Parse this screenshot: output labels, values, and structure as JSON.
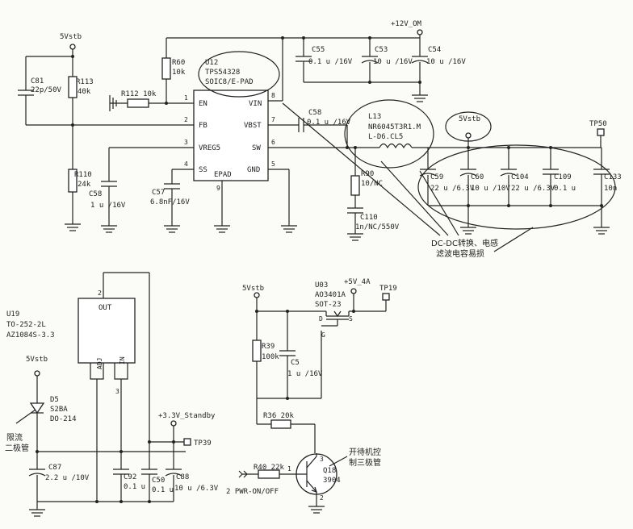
{
  "labels": {
    "vstb_top": "5Vstb",
    "v12": "+12V_OM",
    "vstb_l13": "5Vstb",
    "tp50": "TP50",
    "u12_name": "U12",
    "u12_part": "TPS54328",
    "u12_pkg": "SOIC8/E-PAD",
    "pin_en": "EN",
    "pin_fb": "FB",
    "pin_vreg5": "VREG5",
    "pin_ss": "SS",
    "pin_vin": "VIN",
    "pin_vbst": "VBST",
    "pin_sw": "SW",
    "pin_gnd": "GND",
    "pin_epad": "EPAD",
    "pn_1": "1",
    "pn_2": "2",
    "pn_3": "3",
    "pn_4": "4",
    "pn_5": "5",
    "pn_6": "6",
    "pn_7": "7",
    "pn_8": "8",
    "pn_9": "9",
    "c81": "C81",
    "c81v": "22p/50V",
    "r113": "R113",
    "r113v": "40k",
    "r112": "R112 10k",
    "r60": "R60",
    "r60v": "10k",
    "r110": "R110",
    "r110v": "24k",
    "c58a": "C58",
    "c58av": "1 u /16V",
    "c57": "C57",
    "c57v": "6.8nF/16V",
    "c58": "C58",
    "c58v": "0.1 u /16V",
    "c55": "C55",
    "c55v": "0.1 u /16V",
    "c53": "C53",
    "c53v": "10 u /16V",
    "c54": "C54",
    "c54v": "10 u /16V",
    "l13": "L13",
    "l13p": "NR6045T3R1.M",
    "l13v": "L-D6.CL5",
    "r90": "R90",
    "r90v": "10/NC",
    "c110": "C110",
    "c110v": "1n/NC/550V",
    "c59": "C59",
    "c59v": "22 u /6.3V",
    "c60": "C60",
    "c60v": "10 u /10V",
    "c104": "C104",
    "c104v": "22 u /6.3V",
    "c109": "C109",
    "c109v": "0.1 u",
    "c133": "C133",
    "c133v": "10n",
    "note_dcdc_1": "DC-DC转换、电感",
    "note_dcdc_2": "滤波电容易损",
    "u19": "U19",
    "u19p": "TO-252-2L",
    "u19n": "AZ1084S-3.3",
    "u19_out": "OUT",
    "u19_adj": "ADJ",
    "u19_in": "IN",
    "u19_p2": "2",
    "u19_p3": "3",
    "vstb_d5": "5Vstb",
    "d5": "D5",
    "d5p": "S2BA",
    "d5pkg": "DO-214",
    "note_d5_1": "限流",
    "note_d5_2": "二极管",
    "c87": "C87",
    "c87v": "2.2 u /10V",
    "c92": "C92",
    "c92v": "0.1 u",
    "c50": "C50",
    "c50v": "0.1 u",
    "c88": "C88",
    "c88v": "10 u /6.3V",
    "v33": "+3.3V_Standby",
    "tp39": "TP39",
    "vstb_u3": "5Vstb",
    "u3": "U03",
    "u3p": "AO3401A",
    "u3pkg": "SOT-23",
    "v5_4a": "+5V_4A",
    "tp19": "TP19",
    "u3_d": "D",
    "u3_s": "S",
    "u3_g": "G",
    "r39": "R39",
    "r39v": "100k",
    "c5": "C5",
    "c5v": "1 u /16V",
    "r36": "R36 20k",
    "r40": "R40 22k",
    "q18": "Q18",
    "q18v": "3904",
    "q_p1": "1",
    "q_p2": "2",
    "q_p3": "3",
    "pwr_on": "2 PWR-ON/OFF",
    "note_q18_1": "开待机控",
    "note_q18_2": "制三极管"
  }
}
